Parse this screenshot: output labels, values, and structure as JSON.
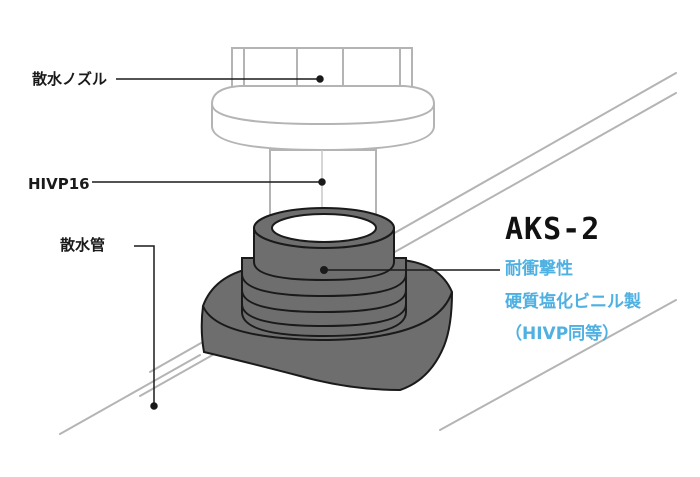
{
  "labels": {
    "nozzle": "散水ノズル",
    "hivp16": "HIVP16",
    "pipe": "散水管"
  },
  "product": {
    "name": "AKS-2",
    "features": [
      "耐衝撃性",
      "硬質塩化ビニル製",
      "（HIVP同等）"
    ]
  },
  "colors": {
    "accent": "#4fb0e2",
    "text": "#1a1a1a",
    "fitting": "#6e6e6e",
    "outline": "#1a1a1a",
    "line": "#b4b4b4"
  }
}
